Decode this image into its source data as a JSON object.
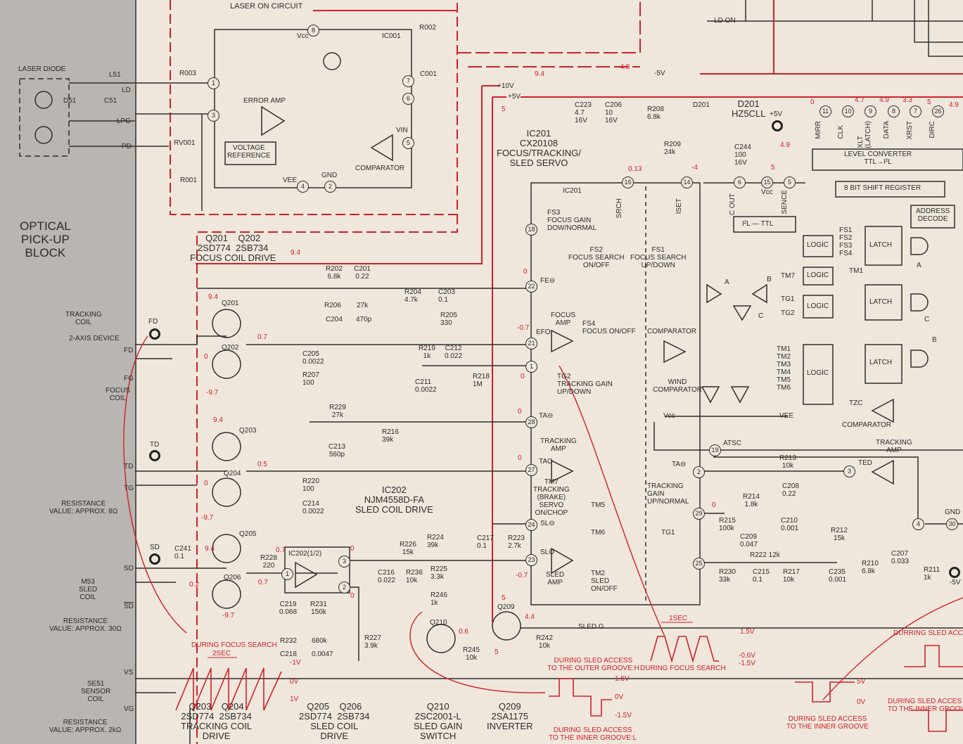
{
  "left_panel": {
    "laser_diode": "LASER DIODE",
    "l51": "L51",
    "d51": "D51",
    "c51": "C51",
    "pin_ld": "LD",
    "pin_lpg": "LPG",
    "pin_pd": "PD",
    "block_title": "OPTICAL\nPICK-UP\nBLOCK",
    "tracking_coil": "TRACKING\nCOIL",
    "two_axis": "2-AXIS DEVICE",
    "focus_coil": "FOCUS\nCOIL",
    "pin_fd": "FD",
    "pin_fg": "FG",
    "pin_td": "TD",
    "pin_tg": "TG",
    "res1": "RESISTANCE\nVALUE: APPROX. 8Ω",
    "pin_sd": "SD",
    "pin_sdb": "SD",
    "m53": "M53\nSLED\nCOIL",
    "res2": "RESISTANCE\nVALUE: APPROX. 30Ω",
    "pin_vs": "VS",
    "pin_vg": "VG",
    "se51": "SE51\nSENSOR\nCOIL",
    "res3": "RESISTANCE\nVALUE: APPROX. 2kΩ"
  },
  "laser_circuit": {
    "title": "LASER ON CIRCUIT",
    "r003": "R003",
    "rv001": "RV001",
    "r001": "R001",
    "error_amp": "ERROR AMP",
    "voltage_ref": "VOLTAGE\nREFERENCE",
    "vcc": "Vcc",
    "ic001": "IC001",
    "comparator": "COMPARATOR",
    "gnd": "GND",
    "vee": "VEE",
    "vin": "VIN",
    "r002": "R002",
    "c001": "C001",
    "pin1": "1",
    "pin3": "3",
    "pin4": "4",
    "pin2": "2",
    "pin5": "5",
    "pin6": "6",
    "pin7": "7",
    "pin8": "8"
  },
  "supply_labels": {
    "ld_on": "LD ON",
    "minus5v": "-5V",
    "minus48": "-4.8",
    "plus10v": "+10V",
    "plus5v": "+5V",
    "v94a": "9.4",
    "v5a": "5"
  },
  "ic201": {
    "c223": "C223\n4.7\n16V",
    "c206": "C206\n10\n16V",
    "r208": "R208\n6.8k",
    "d201": "D201",
    "d201_part": "D201\nHZ5CLL",
    "r209": "R209\n24k",
    "c244": "C244\n100\n16V",
    "plus5v_tp": "+5V",
    "name": "IC201\nCX20108\nFOCUS/TRACKING/\nSLED SERVO",
    "inner_name": "IC201",
    "v49": "4.9",
    "pin16": "16",
    "pin14": "14",
    "pin6": "6",
    "pin15": "15",
    "pin5": "5",
    "v013": "0.13",
    "v_4": "-4",
    "v5b": "5",
    "srch": "SRCH",
    "iset": "ISET",
    "cout": "C OUT",
    "sence": "SENCE",
    "vcc": "Vcc",
    "i2l_ttl": "I²L — TTL",
    "fs3": "FS3\nFOCUS GAIN\nDOW/NORMAL",
    "pin18": "18",
    "fs2": "FS2\nFOCUS SEARCH\nON/OFF",
    "fs1": "FS1\nFOCUS SEARCH\nUP/DOWN",
    "pin22": "22",
    "fe": "FE⊖",
    "focus_amp": "FOCUS\nAMP",
    "fs4": "FS4\nFOCUS ON/OFF",
    "comparator": "COMPARATOR",
    "pin21": "21",
    "efo": "EFO",
    "pin1": "1",
    "tg2": "TG2\nTRACKING GAIN\nUP/DOWN",
    "wind_comp": "WIND\nCOMPARATOR",
    "vcc2": "Vcc",
    "vee": "VEE",
    "pin28": "28",
    "ta": "TA⊖",
    "tracking_amp": "TRACKING\nAMP",
    "pin27": "27",
    "tao": "TAO",
    "tm7": "TM7\nTRACKING\n(BRAKE)\nSERVO\nON/CHOP",
    "tracking_gain": "TRACKING\nGAIN\nUP/NORMAL",
    "tm5": "TM5",
    "tm6": "TM6",
    "tg1": "TG1",
    "pin24": "24",
    "sl": "SL⊖",
    "pin23": "23",
    "slo": "SLO",
    "sled_amp": "SLED\nAMP",
    "tm2": "TM2\nSLED\nON/OFF",
    "pin19": "19",
    "atsc": "ATSC",
    "pin2": "2",
    "ta2": "TA⊖",
    "pin29": "29",
    "pin25": "25",
    "v0a": "0",
    "v_07": "-0.7",
    "v0b": "0",
    "v0c": "0",
    "v0d": "0",
    "v_07b": "-0.7",
    "v0e": "0"
  },
  "right_block": {
    "pin11": "11",
    "pin10": "10",
    "pin9": "9",
    "pin8": "8",
    "pin7": "7",
    "pin26": "26",
    "mirr": "MIRR",
    "clk": "CLK",
    "xlt": "XLT\n(LATCH)",
    "data": "DATA",
    "xrst": "XRST",
    "dirc": "DIRC",
    "v0": "0",
    "v47": "4.7",
    "v49": "4.9",
    "v33": "3.3",
    "v5": "5",
    "v49b": "4.9",
    "level_conv": "LEVEL CONVERTER\nTTL→I²L",
    "shift_reg": "8 BIT SHIFT REGISTER",
    "addr_decode": "ADDRESS\nDECODE",
    "logic": "LOGIC",
    "fs_list": "FS1\nFS2\nFS3\nFS4",
    "latch": "LATCH",
    "tm1": "TM1",
    "tm7": "TM7",
    "tg1": "TG1",
    "tg2": "TG2",
    "tm_list": "TM1\nTM2\nTM3\nTM4\nTM5\nTM6",
    "a": "A",
    "b": "B",
    "c": "C",
    "tzc": "TZC",
    "comparator": "COMPARATOR",
    "tracking_amp": "TRACKING\nAMP",
    "ted": "TED",
    "pin3": "3",
    "r213": "R213\n10k",
    "c208": "C208\n0.22",
    "r214": "R214\n1.8k",
    "r215": "R215\n100k",
    "c209": "C209\n0.047",
    "c210": "C210\n0.001",
    "pin4": "4",
    "gnd": "GND",
    "pin30": "30",
    "r212": "R212\n15k",
    "c207": "C207\n0.033",
    "r222": "R222 12k",
    "c235": "C235\n0.001",
    "r210": "R210\n6.8k",
    "r211": "R211\n1k",
    "r230": "R230\n33k",
    "c215": "C215\n0.1",
    "r217": "R217\n10k",
    "minus5v": "-5V"
  },
  "drivers": {
    "q201_hdr": "Q201    Q202\n2SD774  2SB734\nFOCUS COIL DRIVE",
    "v94": "9.4",
    "r202": "R202\n6.8k",
    "c201": "C201\n0.22",
    "r206": "R206",
    "r206v": "27k",
    "c204": "C204",
    "c204v": "470p",
    "r204": "R204\n4.7k",
    "c203": "C203\n0.1",
    "r205": "R205\n330",
    "q201": "Q201",
    "q202": "Q202",
    "v94b": "9.4",
    "v07": "0.7",
    "v0": "0",
    "v_97": "-9.7",
    "c205": "C205\n0.0022",
    "r207": "R207\n100",
    "r219": "R219\n1k",
    "c212": "C212\n0.022",
    "c211": "C211\n0.0022",
    "r218": "R218\n1M",
    "r229": "R229\n27k",
    "c213": "C213\n560p",
    "r216": "R216\n39k",
    "q203": "Q203",
    "q204": "Q204",
    "v94c": "9.4",
    "v05": "0.5",
    "v0b": "0",
    "v_97b": "-9.7",
    "r220": "R220\n100",
    "c214": "C214\n0.0022",
    "ic202": "IC202\nNJM4558D-FA\nSLED COIL DRIVE",
    "q205": "Q205",
    "q206": "Q206",
    "v94d": "9.4",
    "v02": "0.2",
    "v_97c": "-9.7",
    "c241": "C241\n0.1",
    "r228": "R228\n220",
    "v07b": "0.7",
    "v07c": "0.7",
    "ic202_half": "IC202(1/2)",
    "pin1": "1",
    "pin3": "3",
    "pin2": "2",
    "v0c": "0",
    "v0d": "0",
    "r224": "R224\n39k",
    "c217": "C217\n0.1",
    "r223": "R223\n2.7k",
    "r226": "R226\n15k",
    "r225": "R225\n3.3k",
    "c216": "C216\n0.022",
    "r236": "R236\n10k",
    "r246": "R246\n1k",
    "c219": "C219\n0.068",
    "r231": "R231\n150k",
    "r232": "R232",
    "r232v": "680k",
    "c218": "C218",
    "c218v": "0.0047",
    "r227": "R227\n3.9k",
    "q210": "Q210",
    "v06": "0.6",
    "r245": "R245\n10k",
    "v5": "5",
    "q209": "Q209",
    "v44": "4.4",
    "v5b": "5",
    "r242": "R242\n10k",
    "sled_g": "SLED G"
  },
  "bottom": {
    "q203_lbl": "Q203    Q204\n2SD774  2SB734\nTRACKING COIL\nDRIVE",
    "q205_lbl": "Q205    Q206\n2SD774  2SB734\nSLED COIL\nDRIVE",
    "q210_lbl": "Q210\n2SC2001-L\nSLED GAIN\nSWITCH",
    "q209_lbl": "Q209\n2SA1175\nINVERTER"
  },
  "waveforms": {
    "focus_search": "DURING FOCUS SEARCH",
    "two_sec": "2SEC",
    "w1_0v": "0V",
    "w1_1v": "1V",
    "w1_m1v": "-1V",
    "sled_outer": "DURING SLED ACCESS\nTO THE OUTER GROOVE:H",
    "sled_inner": "DURING SLED ACCESS\nTO THE INNER GROOVE:L",
    "w2_15": "1.5V",
    "w2_0": "0V",
    "w2_m15": "-1.5V",
    "one_sec": "1SEC",
    "w3_lbl": "DURING FOCUS SEARCH",
    "w3_15": "1.5V",
    "w3_m06": "-0.6V",
    "w3_m15": "-1.5V",
    "w4_inner": "DURING SLED ACCESS\nTO THE INNER GROOVE",
    "w4_5v": "5V",
    "w4_0v": "0V",
    "w5_access": "DURRING SLED ACCE",
    "w6_access": "DURING SLED ACCES\nTO THE INNER GROOVE"
  },
  "colors": {
    "red": "#d0202a",
    "line": "#2f2f2f",
    "paper": "#efe7dc",
    "sidebar": "#b9b5b1"
  }
}
